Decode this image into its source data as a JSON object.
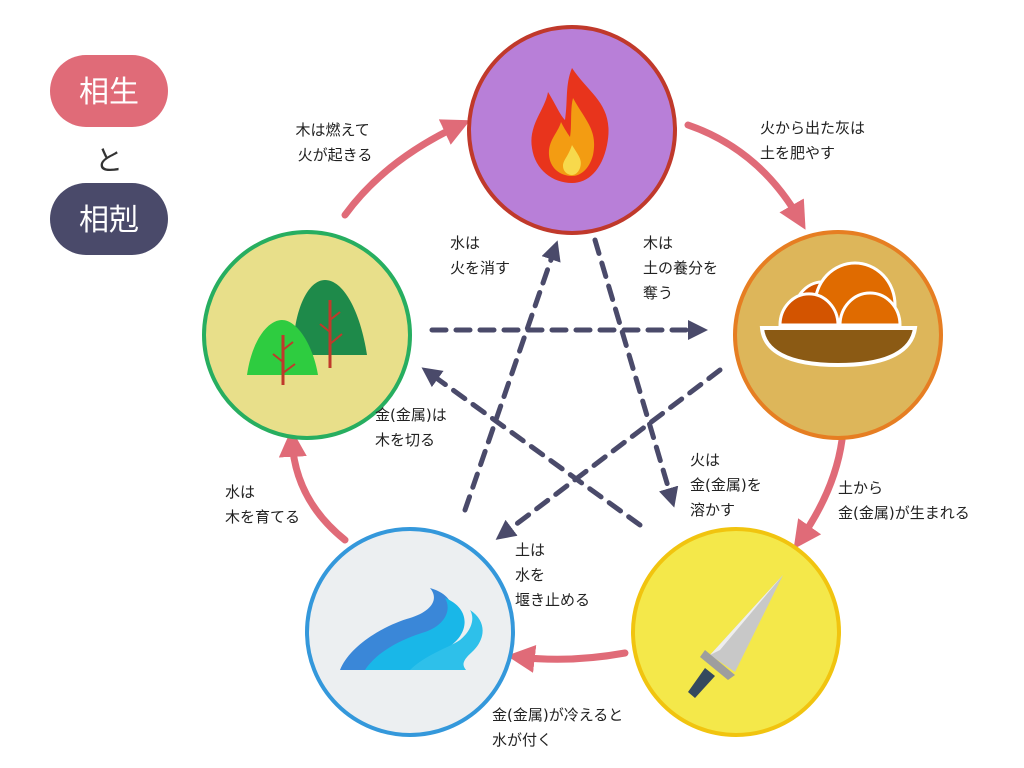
{
  "legend": {
    "sousei": "相生",
    "to": "と",
    "soukoku": "相剋",
    "sousei_color": "#e06b78",
    "soukoku_color": "#4a4a6a"
  },
  "elements": [
    {
      "key": "fire",
      "icon": "flame-icon",
      "fill": "#b87fd8",
      "stroke": "#c0392b"
    },
    {
      "key": "earth",
      "icon": "bowl-icon",
      "fill": "#ddb65a",
      "stroke": "#e67e22"
    },
    {
      "key": "metal",
      "icon": "blade-icon",
      "fill": "#f4e84a",
      "stroke": "#f1c40f"
    },
    {
      "key": "water",
      "icon": "wave-icon",
      "fill": "#eceff1",
      "stroke": "#3498db"
    },
    {
      "key": "wood",
      "icon": "trees-icon",
      "fill": "#e8df8a",
      "stroke": "#27ae60"
    }
  ],
  "generating": {
    "color": "#e06b78",
    "labels": {
      "wood_fire": [
        "木は燃えて",
        "火が起きる"
      ],
      "fire_earth": [
        "火から出た灰は",
        "土を肥やす"
      ],
      "earth_metal": [
        "土から",
        "金(金属)が生まれる"
      ],
      "metal_water": [
        "金(金属)が冷えると",
        "水が付く"
      ],
      "water_wood": [
        "水は",
        "木を育てる"
      ]
    }
  },
  "overcoming": {
    "color": "#4a4a6a",
    "labels": {
      "water_fire": [
        "水は",
        "火を消す"
      ],
      "wood_earth": [
        "木は",
        "土の養分を",
        "奪う"
      ],
      "metal_wood": [
        "金(金属)は",
        "木を切る"
      ],
      "fire_metal": [
        "火は",
        "金(金属)を",
        "溶かす"
      ],
      "earth_water": [
        "土は",
        "水を",
        "堰き止める"
      ]
    }
  }
}
